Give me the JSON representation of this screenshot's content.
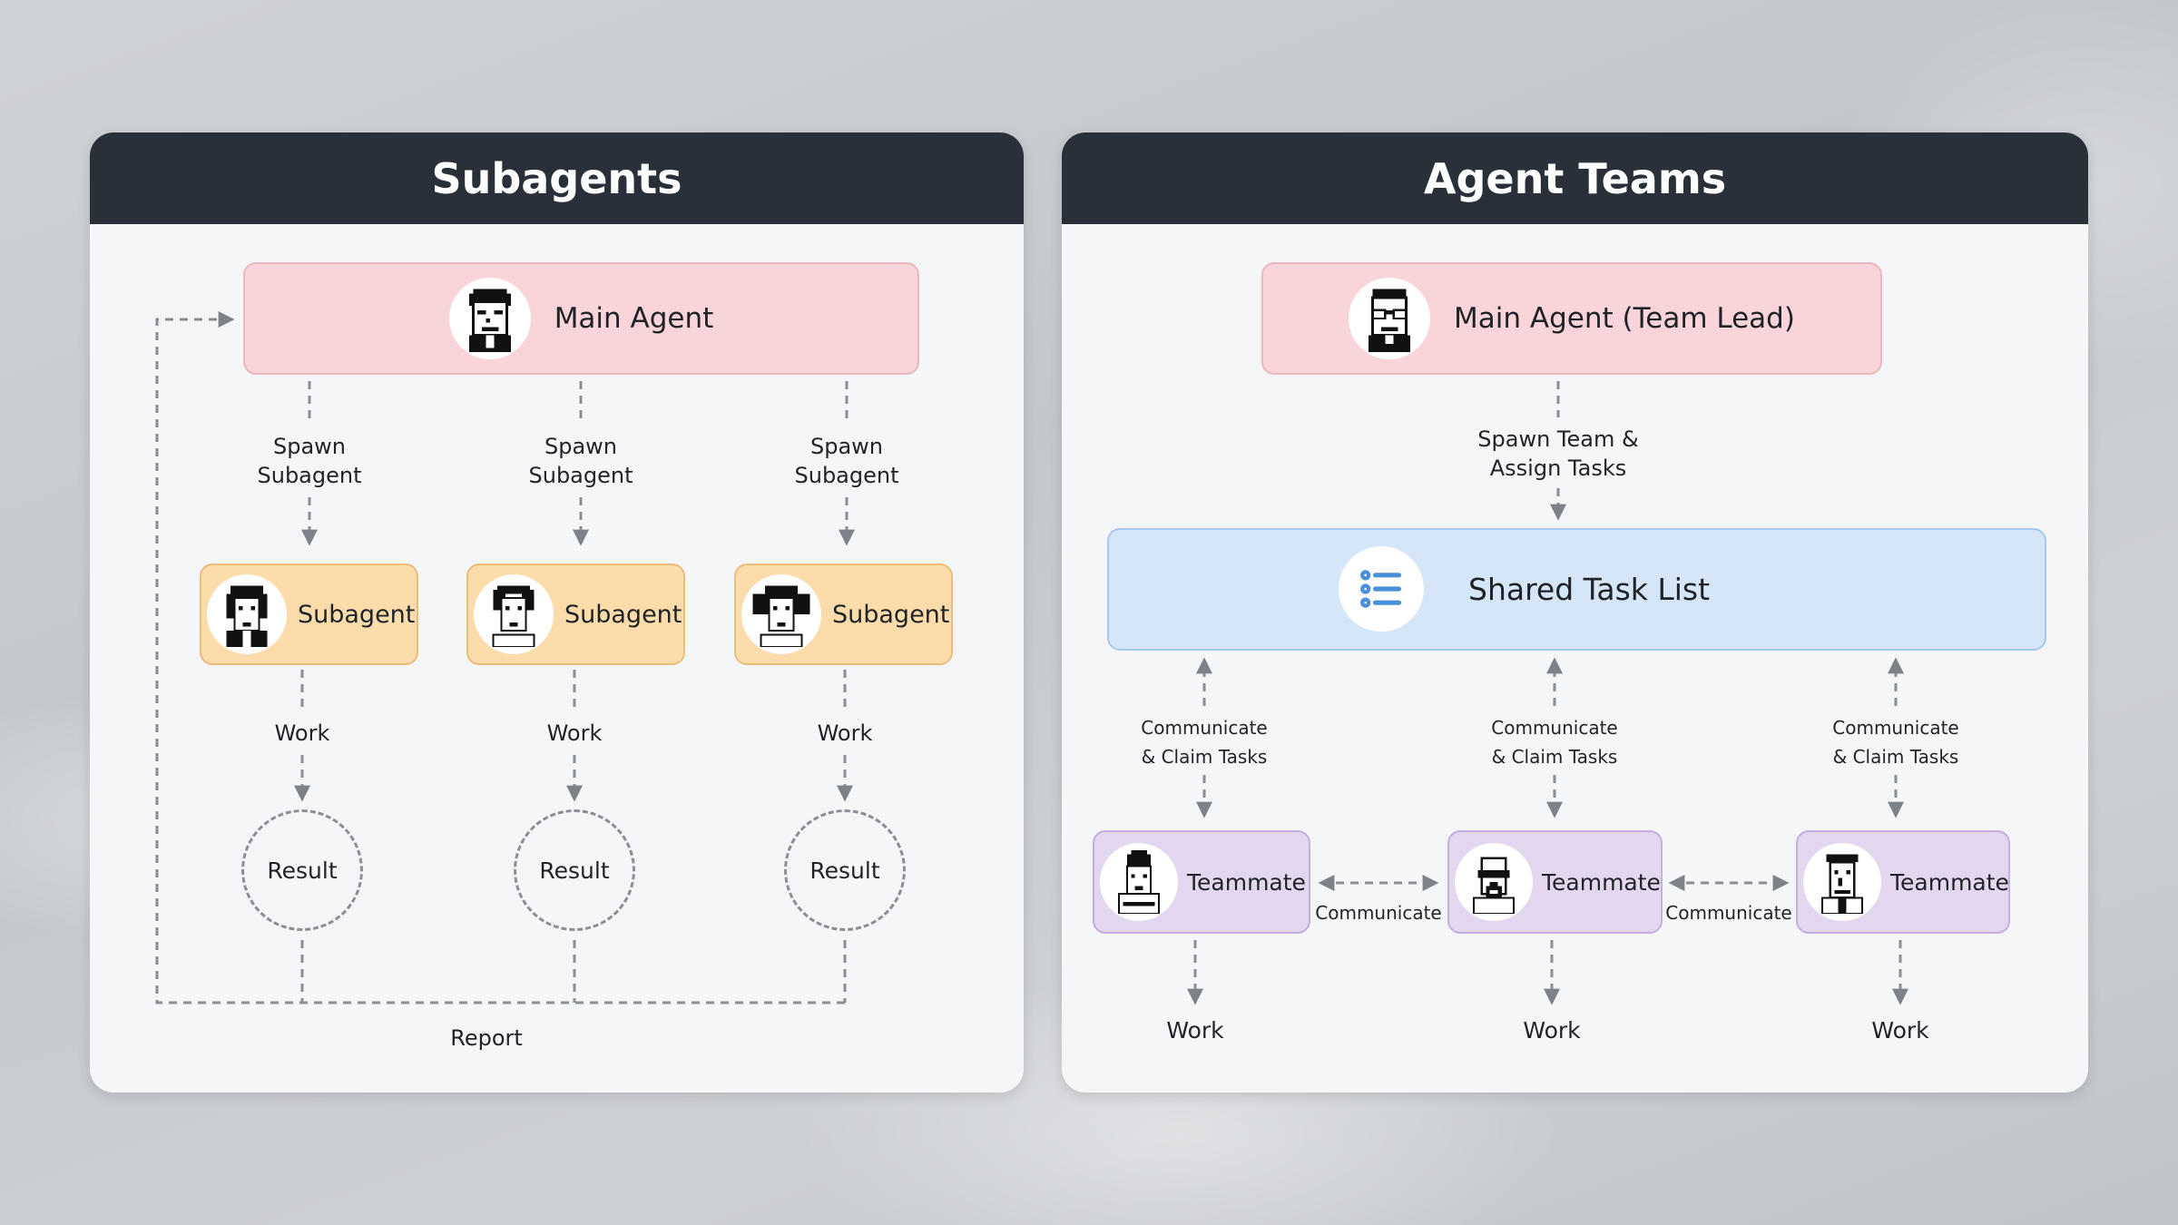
{
  "left_panel": {
    "title": "Subagents",
    "main_agent": "Main Agent",
    "spawn_label": [
      "Spawn",
      "Subagent"
    ],
    "subagent_label": "Subagent",
    "work_label": "Work",
    "result_label": "Result",
    "report_label": "Report"
  },
  "right_panel": {
    "title": "Agent Teams",
    "main_agent": "Main Agent (Team Lead)",
    "spawn_label": [
      "Spawn Team &",
      "Assign Tasks"
    ],
    "shared_task_list": "Shared Task List",
    "communicate_claim": [
      "Communicate",
      "& Claim Tasks"
    ],
    "teammate_label": "Teammate",
    "communicate_label": "Communicate",
    "work_label": "Work"
  },
  "colors": {
    "header_bg": "#29303a",
    "main_agent_fill": "#f9d5d9",
    "subagent_fill": "#fbdcaa",
    "shared_list_fill": "#d5e6f8",
    "teammate_fill": "#e3d6ef",
    "connector": "#7d8289"
  },
  "icons": {
    "agent_avatars": "pixel-face-icon",
    "task_list": "list-icon"
  }
}
